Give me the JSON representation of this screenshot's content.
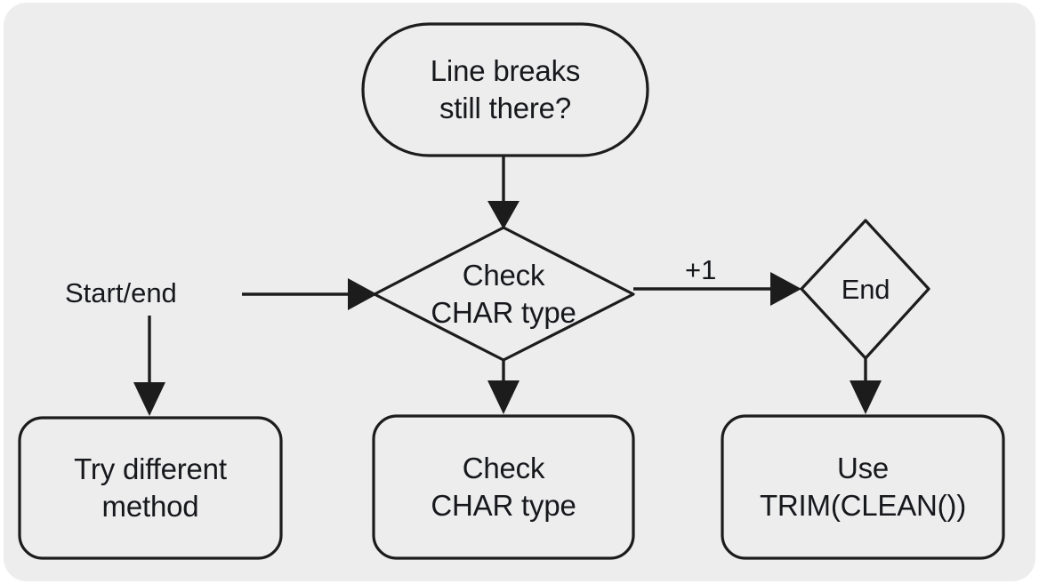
{
  "diagram": {
    "type": "flowchart",
    "background_color": "#ededee",
    "stroke_color": "#1c1c1c",
    "text_color": "#16181c",
    "nodes": [
      {
        "id": "line-breaks-still-there",
        "label": "Line breaks\nstill there?",
        "shape": "stadium"
      },
      {
        "id": "check-char-type-decision",
        "label": "Check\nCHAR type",
        "shape": "diamond"
      },
      {
        "id": "end",
        "label": "End",
        "shape": "diamond"
      },
      {
        "id": "try-different-method",
        "label": "Try different\nmethod",
        "shape": "rounded-rect"
      },
      {
        "id": "check-char-type-process",
        "label": "Check\nCHAR type",
        "shape": "rounded-rect"
      },
      {
        "id": "use-trim-clean",
        "label": "Use\nTRIM(CLEAN())",
        "shape": "rounded-rect"
      }
    ],
    "edge_labels": {
      "start_end": "Start/end",
      "plus_one": "+1"
    },
    "edges": [
      {
        "from": "line-breaks-still-there",
        "to": "check-char-type-decision",
        "label": ""
      },
      {
        "from": "start-end-label",
        "to": "check-char-type-decision",
        "label": "Start/end"
      },
      {
        "from": "start-end-label",
        "to": "try-different-method",
        "label": ""
      },
      {
        "from": "check-char-type-decision",
        "to": "check-char-type-process",
        "label": ""
      },
      {
        "from": "check-char-type-decision",
        "to": "end",
        "label": "+1"
      },
      {
        "from": "end",
        "to": "use-trim-clean",
        "label": ""
      }
    ]
  }
}
